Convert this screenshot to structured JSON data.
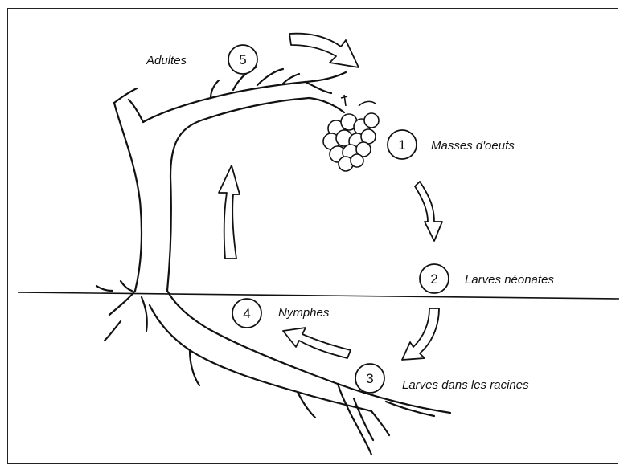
{
  "stages": [
    {
      "number": "1",
      "label": "Masses d'oeufs"
    },
    {
      "number": "2",
      "label": "Larves néonates"
    },
    {
      "number": "3",
      "label": "Larves dans les racines"
    },
    {
      "number": "4",
      "label": "Nymphes"
    },
    {
      "number": "5",
      "label": "Adultes"
    }
  ],
  "colors": {
    "ink": "#111111",
    "paper": "#ffffff"
  }
}
